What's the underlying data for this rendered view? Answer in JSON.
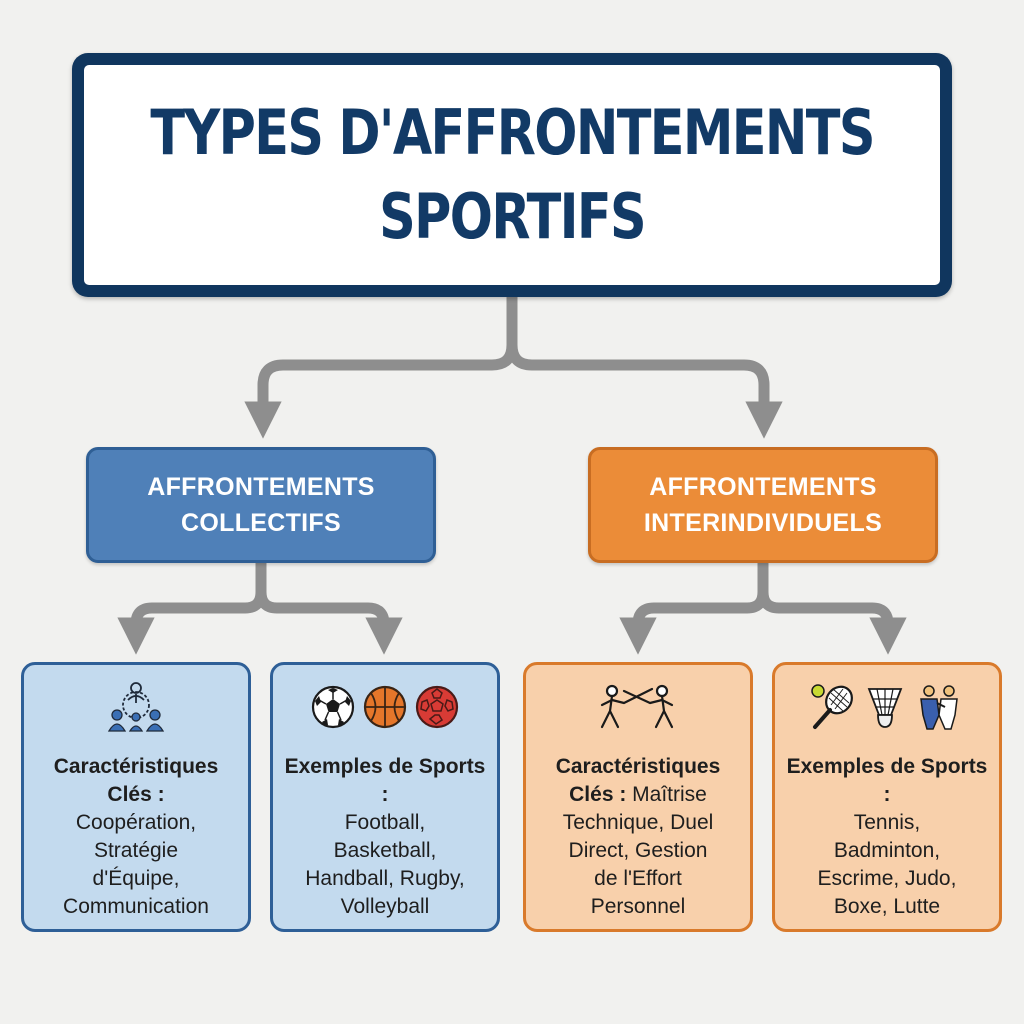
{
  "title": {
    "line1": "TYPES D'AFFRONTEMENTS",
    "line2": "SPORTIFS"
  },
  "categories": [
    {
      "line1": "AFFRONTEMENTS",
      "line2": "COLLECTIFS",
      "color": "#4f80b8",
      "cards": [
        {
          "icons": [
            "team-network-icon"
          ],
          "heading": "Caractéristiques Clés :",
          "lines": [
            "Coopération,",
            "Stratégie",
            "d'Équipe,",
            "Communication"
          ]
        },
        {
          "icons": [
            "soccer-ball-icon",
            "basketball-icon",
            "handball-icon"
          ],
          "heading": "Exemples de Sports :",
          "lines": [
            "Football,",
            "Basketball,",
            "Handball, Rugby,",
            "Volleyball"
          ]
        }
      ]
    },
    {
      "line1": "AFFRONTEMENTS",
      "line2": "INTERINDIVIDUELS",
      "color": "#eb8c38",
      "cards": [
        {
          "icons": [
            "fencing-icon"
          ],
          "heading": "Caractéristiques Clés :",
          "inline": "Maîtrise",
          "lines": [
            "Technique, Duel",
            "Direct, Gestion",
            "de l'Effort",
            "Personnel"
          ]
        },
        {
          "icons": [
            "tennis-racket-icon",
            "shuttlecock-icon",
            "judo-icon"
          ],
          "heading": "Exemples de Sports :",
          "lines": [
            "Tennis,",
            "Badminton,",
            "Escrime, Judo,",
            "Boxe, Lutte"
          ]
        }
      ]
    }
  ]
}
